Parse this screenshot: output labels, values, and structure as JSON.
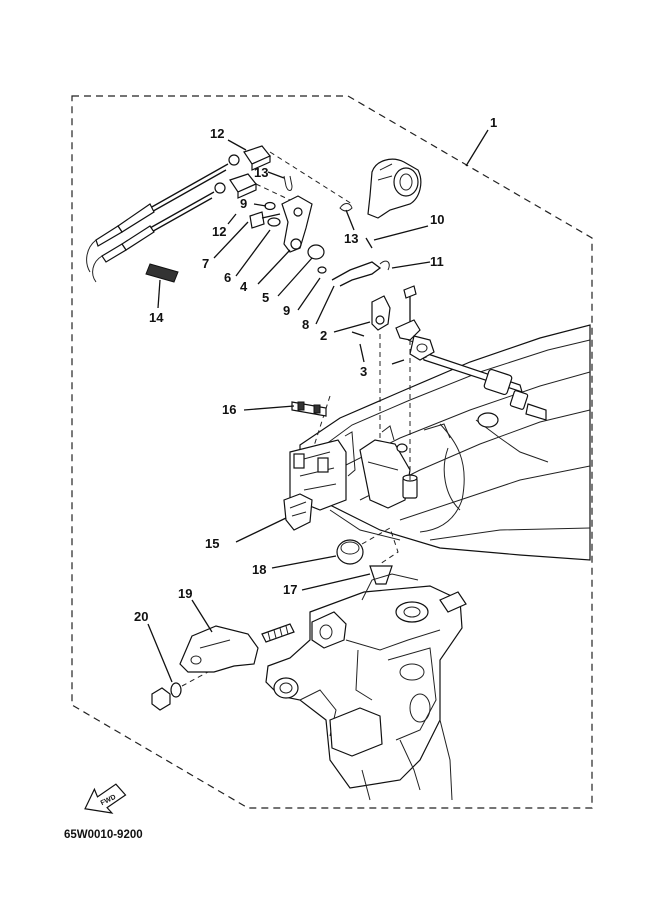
{
  "diagram": {
    "drawing_code": "65W0010-9200",
    "fwd_label": "FWD",
    "callouts": [
      {
        "id": "c1",
        "text": "1"
      },
      {
        "id": "c2",
        "text": "2"
      },
      {
        "id": "c3",
        "text": "3"
      },
      {
        "id": "c4",
        "text": "4"
      },
      {
        "id": "c5",
        "text": "5"
      },
      {
        "id": "c6",
        "text": "6"
      },
      {
        "id": "c7",
        "text": "7"
      },
      {
        "id": "c8",
        "text": "8"
      },
      {
        "id": "c9a",
        "text": "9"
      },
      {
        "id": "c9b",
        "text": "9"
      },
      {
        "id": "c10",
        "text": "10"
      },
      {
        "id": "c11",
        "text": "11"
      },
      {
        "id": "c12a",
        "text": "12"
      },
      {
        "id": "c12b",
        "text": "12"
      },
      {
        "id": "c13a",
        "text": "13"
      },
      {
        "id": "c13b",
        "text": "13"
      },
      {
        "id": "c14",
        "text": "14"
      },
      {
        "id": "c15",
        "text": "15"
      },
      {
        "id": "c16",
        "text": "16"
      },
      {
        "id": "c17",
        "text": "17"
      },
      {
        "id": "c18",
        "text": "18"
      },
      {
        "id": "c19",
        "text": "19"
      },
      {
        "id": "c20",
        "text": "20"
      }
    ]
  }
}
